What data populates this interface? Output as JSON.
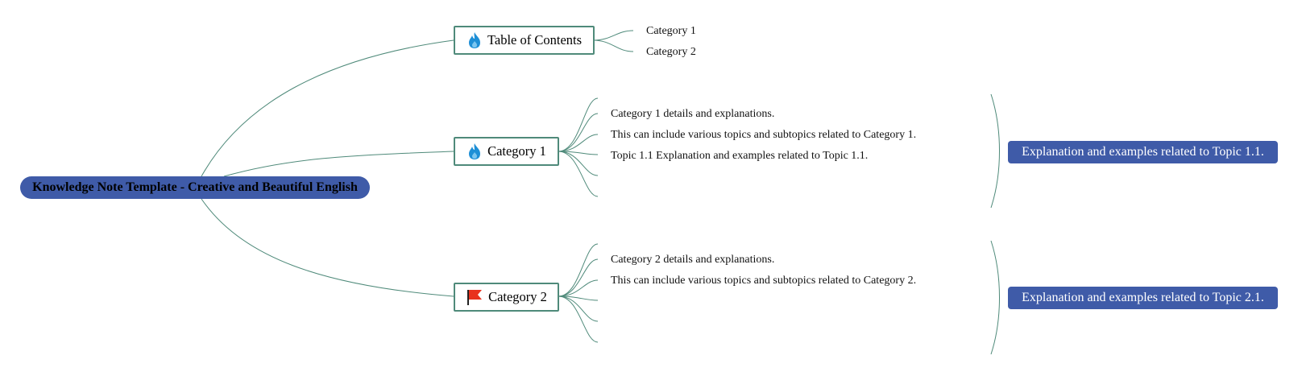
{
  "root": {
    "title": "Knowledge Note Template - Creative and Beautiful English"
  },
  "toc": {
    "label": "Table of Contents",
    "icon": "fire-icon",
    "items": [
      "Category 1",
      "Category 2"
    ]
  },
  "category1": {
    "label": "Category 1",
    "icon": "fire-icon",
    "details": [
      "Category 1 details and explanations.",
      "This can include various topics and subtopics related to Category 1.",
      "Topic 1.1 Explanation and examples related to Topic 1.1."
    ],
    "summary": "Explanation and examples related to Topic 1.1."
  },
  "category2": {
    "label": "Category 2",
    "icon": "flag-icon",
    "details": [
      "Category 2 details and explanations.",
      "This can include various topics and subtopics related to Category 2."
    ],
    "summary": "Explanation and examples related to Topic 2.1."
  },
  "colors": {
    "accent": "#3f5ba8",
    "line": "#4f8a7a",
    "fire": "#1e8fd6",
    "flag": "#e8321e"
  }
}
